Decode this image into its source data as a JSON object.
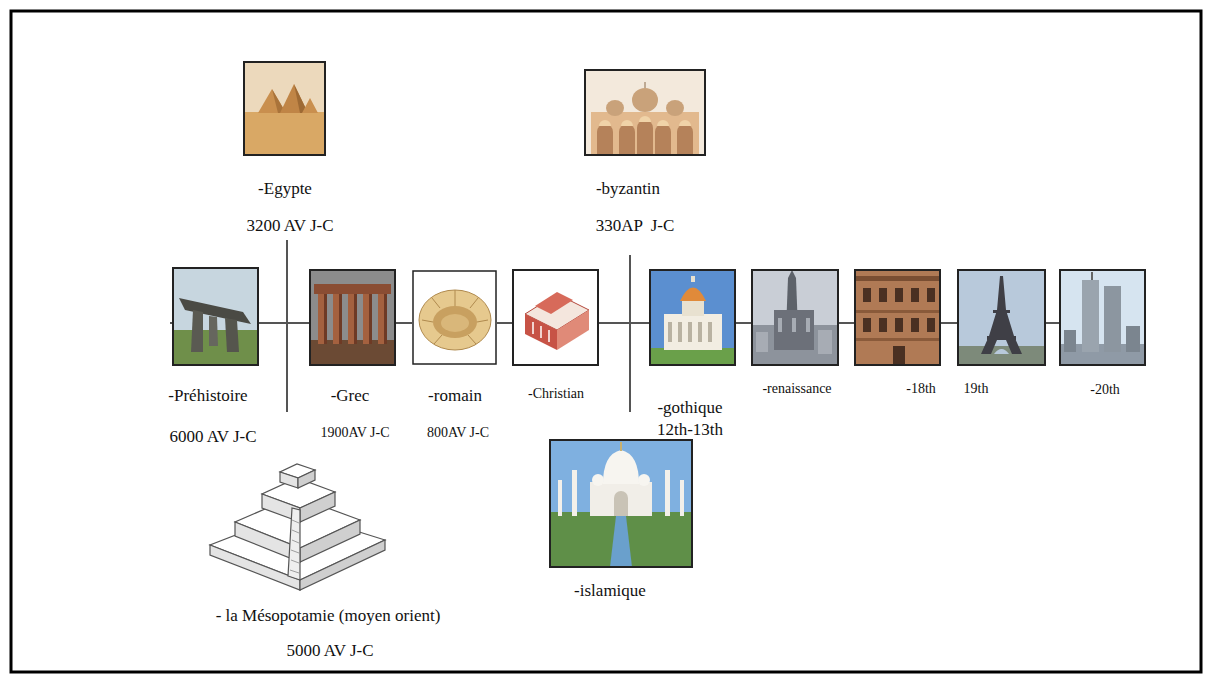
{
  "diagram": {
    "labels": [
      "-Egypte",
      "3200 AV J-C",
      "-byzantin",
      "330AP  J-C",
      "-Préhistoire",
      "6000 AV J-C",
      "-Grec",
      "1900AV J-C",
      "-romain",
      "800AV J-C",
      "-Christian",
      "-gothique",
      "12th-13th",
      "-renaissance",
      "-18th",
      "19th",
      "-20th",
      "- la Mésopotamie (moyen orient)",
      "5000 AV J-C",
      "-islamique"
    ]
  }
}
